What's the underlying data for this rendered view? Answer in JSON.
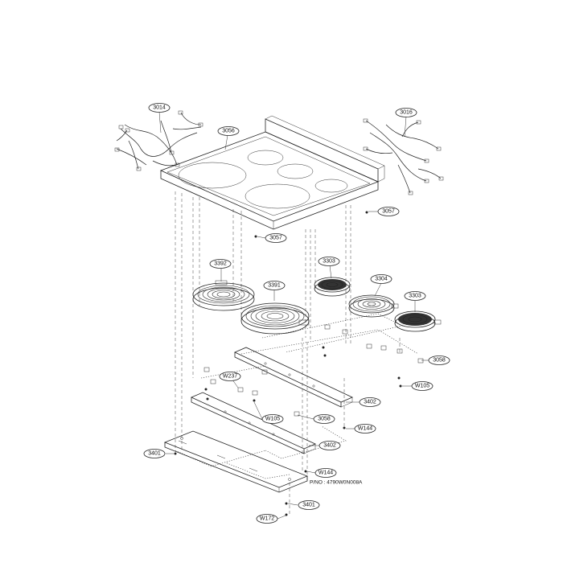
{
  "diagram": {
    "callouts": {
      "c3014": "3014",
      "c3016": "3016",
      "c3056": "3056",
      "c3057a": "3057",
      "c3057b": "3057",
      "c3392": "3392",
      "c3391": "3391",
      "c3303a": "3303",
      "c3304": "3304",
      "c3303b": "3303",
      "c3058a": "3058",
      "cW105a": "W105",
      "cW237": "W237",
      "c3402a": "3402",
      "cW105b": "W105",
      "c3058b": "3058",
      "cW144a": "W144",
      "c3402b": "3402",
      "c3401a": "3401",
      "cW144b": "W144",
      "c3401b": "3401",
      "cW172": "W172"
    },
    "part_number_text": "P/NO : 4790W0N008A"
  },
  "colors": {
    "line": "#222222",
    "background": "#ffffff"
  }
}
